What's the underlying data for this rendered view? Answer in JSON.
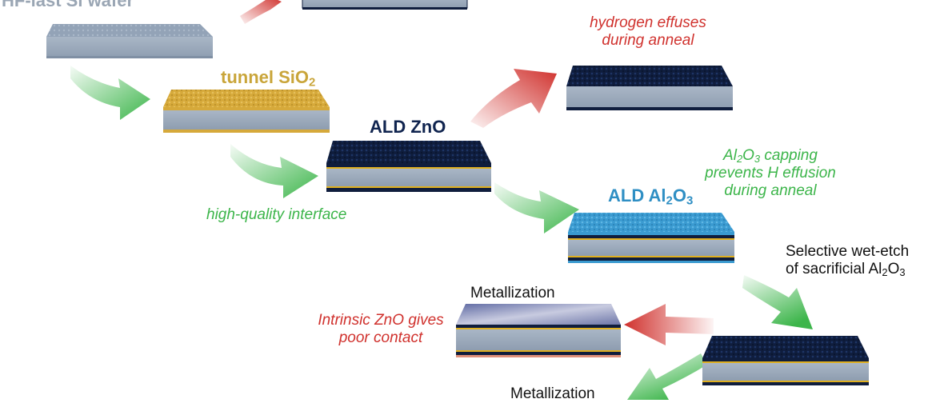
{
  "labels": {
    "wafer": "HF-last Si wafer",
    "tunnel_sio2_base": "tunnel SiO",
    "tunnel_sio2_sub": "2",
    "ald_zno": "ALD ZnO",
    "ald_al2o3_base": "ALD Al",
    "ald_al2o3_sub1": "2",
    "ald_al2o3_mid": "O",
    "ald_al2o3_sub2": "3",
    "hydrogen_effuses_line1": "hydrogen effuses",
    "hydrogen_effuses_line2": "during anneal",
    "capping_al": "Al",
    "capping_sub1": "2",
    "capping_o": "O",
    "capping_sub2": "3",
    "capping_line1_rest": " capping",
    "capping_line2": "prevents H effusion",
    "capping_line3": "during anneal",
    "high_quality_interface": "high-quality interface",
    "wet_etch_line1": "Selective wet-etch",
    "wet_etch_line2_base": "of sacrificial Al",
    "wet_etch_sub1": "2",
    "wet_etch_mid": "O",
    "wet_etch_sub2": "3",
    "metallization_top": "Metallization",
    "metallization_bottom": "Metallization",
    "intrinsic_line1": "Intrinsic ZnO gives",
    "intrinsic_line2": "poor contact"
  },
  "colors": {
    "red_text": "#d0312d",
    "green_text": "#3cb54a",
    "navy_title": "#10244f",
    "gold_title": "#c9a53a",
    "blue_title": "#2f8fc4",
    "gray_title": "#9aa6b4",
    "zno_layer": "#0f1d3d",
    "al2o3_layer": "#3a9ad0",
    "sio2_layer": "#d6a93a",
    "si_body": "#9fadbe",
    "interface_line": "#e0b020",
    "metal_top": "#8a8fb8"
  },
  "icons": [
    "arrow-green-icon",
    "arrow-red-icon"
  ]
}
